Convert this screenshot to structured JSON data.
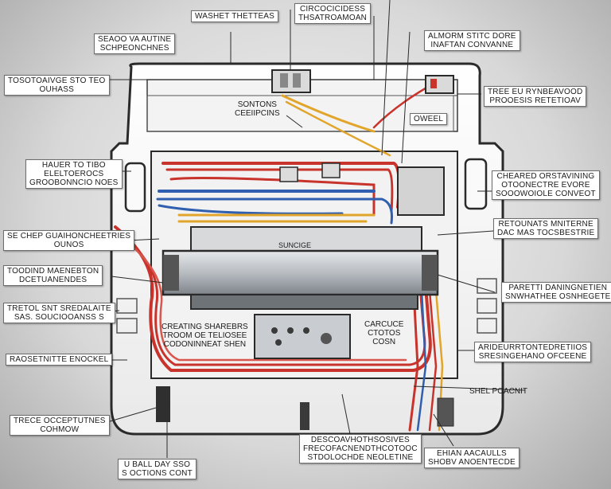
{
  "labels": {
    "top_center_left": {
      "line1": "WASHET THETTEAS"
    },
    "top_center": {
      "line1": "CIRCOCICIDESS",
      "line2": "THSATROAMOAN"
    },
    "top_left": {
      "line1": "SEAOO VA AUTINE",
      "line2": "SCHPEONCHNES"
    },
    "top_right": {
      "line1": "ALMORM STITC DORE",
      "line2": "INAFTAN CONVANNE"
    },
    "upper_left": {
      "line1": "TOSOTOAIVGE STO TEO",
      "line2": "OUHASS"
    },
    "upper_right": {
      "line1": "TREE EU RYNBEAVOOD",
      "line2": "PROOESIS RETETIOAV"
    },
    "inside_top_center": {
      "line1": "SONTONS",
      "line2": "CEEIIPCINS"
    },
    "inside_small_right": {
      "line1": "OWEEL"
    },
    "mid_left": {
      "line1": "HAUER TO TIBO",
      "line2": "ELELTOEROCS",
      "line3": "GROOBONNCIO NOES"
    },
    "mid_right": {
      "line1": "CHEARED ORSTAVINING",
      "line2": "OTOONECTRE EVORE",
      "line3": "SOOOWOIOLE CONVEOT"
    },
    "box_label": {
      "line1": "SUNCIGE"
    },
    "left_4": {
      "line1": "SE CHEP GUAIHONCHEETRIES",
      "line2": "OUNOS"
    },
    "right_4": {
      "line1": "RETOUNATS MNITERNE",
      "line2": "DAC MAS TOCSBESTRIE"
    },
    "left_5": {
      "line1": "TOODIND MAENEBTON",
      "line2": "DCETUANENDES"
    },
    "right_5": {
      "line1": "PARETTI DANINGNETIEN",
      "line2": "SNWHATHEE OSNHEGETE"
    },
    "left_6": {
      "line1": "TRETOL SNT SREDALAITE",
      "line2": "SAS. SOUCIOOANSS S"
    },
    "bottom_center_left": {
      "line1": "CREATING SHAREBRS",
      "line2": "TROOM OE TELIOSEE",
      "line3": "CODONINNEAT SHEN"
    },
    "bottom_center_right": {
      "line1": "CARCUCE",
      "line2": "CTOTOS",
      "line3": "COSN"
    },
    "left_7": {
      "line1": "RAOSETNITTE ENOCKEL"
    },
    "right_7": {
      "line1": "ARIDEURRTONTEDRETIIOS",
      "line2": "SRESINGEHANO OFCEENE"
    },
    "right_8": {
      "line1": "SHEL POACNIT"
    },
    "bottom_left": {
      "line1": "TRECE OCCEPTUTNES",
      "line2": "COHMOW"
    },
    "bottom_center": {
      "line1": "DESCOAVHOTHSOSIVES",
      "line2": "FRECOFACNENDTHCOTOOC",
      "line3": "STDOLOCHDE NEOLETINE"
    },
    "bottom_right": {
      "line1": "EHIAN AACAULLS",
      "line2": "SHOBV ANOENTECDE"
    },
    "bottom_left_2": {
      "line1": "U BALL DAY SSO",
      "line2": "S OCTIONS CONT"
    }
  },
  "colors": {
    "wire_red": "#c8332b",
    "wire_blue": "#2f5fae",
    "wire_yellow": "#e2a52b",
    "outline": "#2a2a2a",
    "metal": "#9aa0a6"
  }
}
